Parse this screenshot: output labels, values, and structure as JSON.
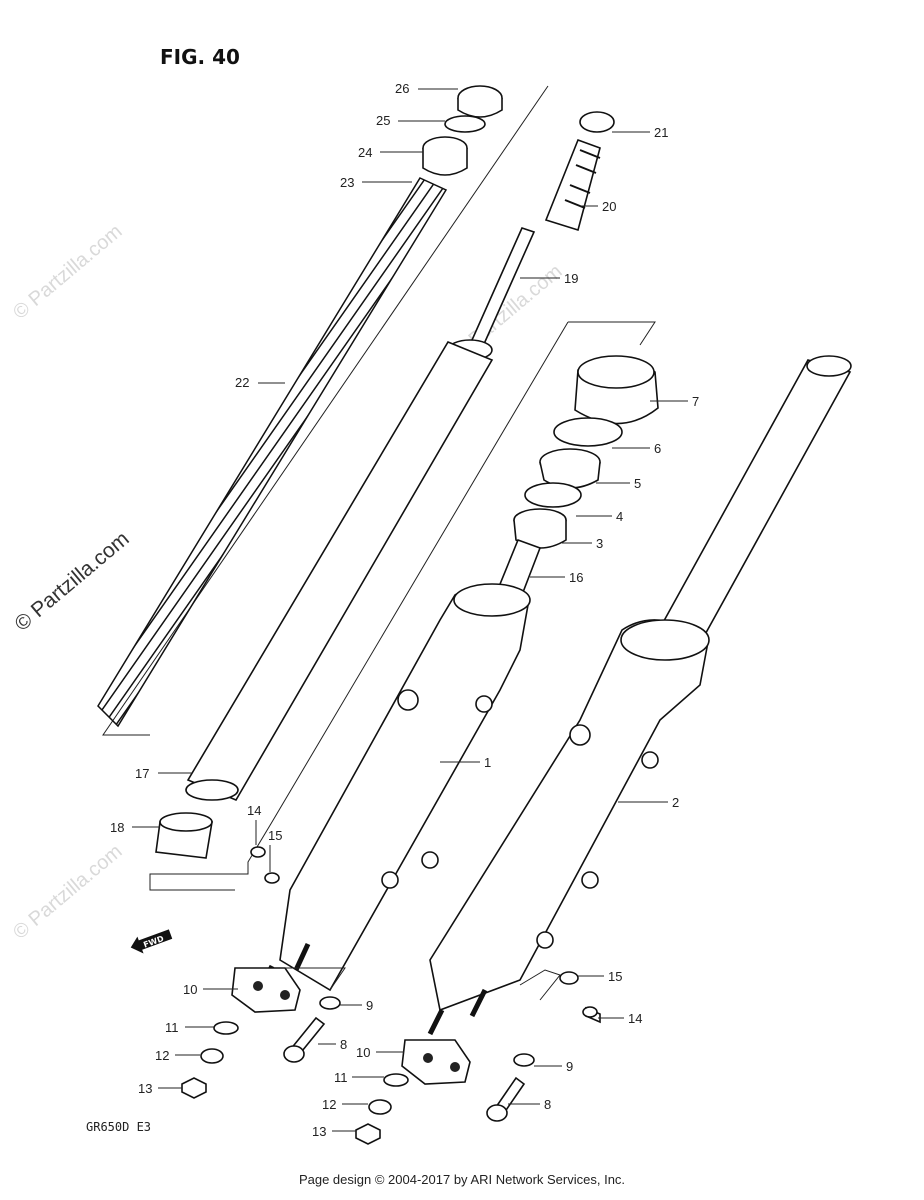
{
  "figure_title": "FIG. 40",
  "model_code": "GR650D E3",
  "footer": "Page design © 2004-2017 by ARI Network Services, Inc.",
  "watermark": "© Partzilla.com",
  "callouts": {
    "p26": "26",
    "p25": "25",
    "p24": "24",
    "p23": "23",
    "p22": "22",
    "p21": "21",
    "p20": "20",
    "p19": "19",
    "p7": "7",
    "p6": "6",
    "p5": "5",
    "p4": "4",
    "p3": "3",
    "p16": "16",
    "p1": "1",
    "p2": "2",
    "p17": "17",
    "p18": "18",
    "p14a": "14",
    "p15a": "15",
    "p14b": "14",
    "p15b": "15",
    "p10a": "10",
    "p9a": "9",
    "p11a": "11",
    "p12a": "12",
    "p13a": "13",
    "p8a": "8",
    "p10b": "10",
    "p9b": "9",
    "p11b": "11",
    "p12b": "12",
    "p13b": "13",
    "p8b": "8"
  },
  "fwd_mark": "FWD"
}
